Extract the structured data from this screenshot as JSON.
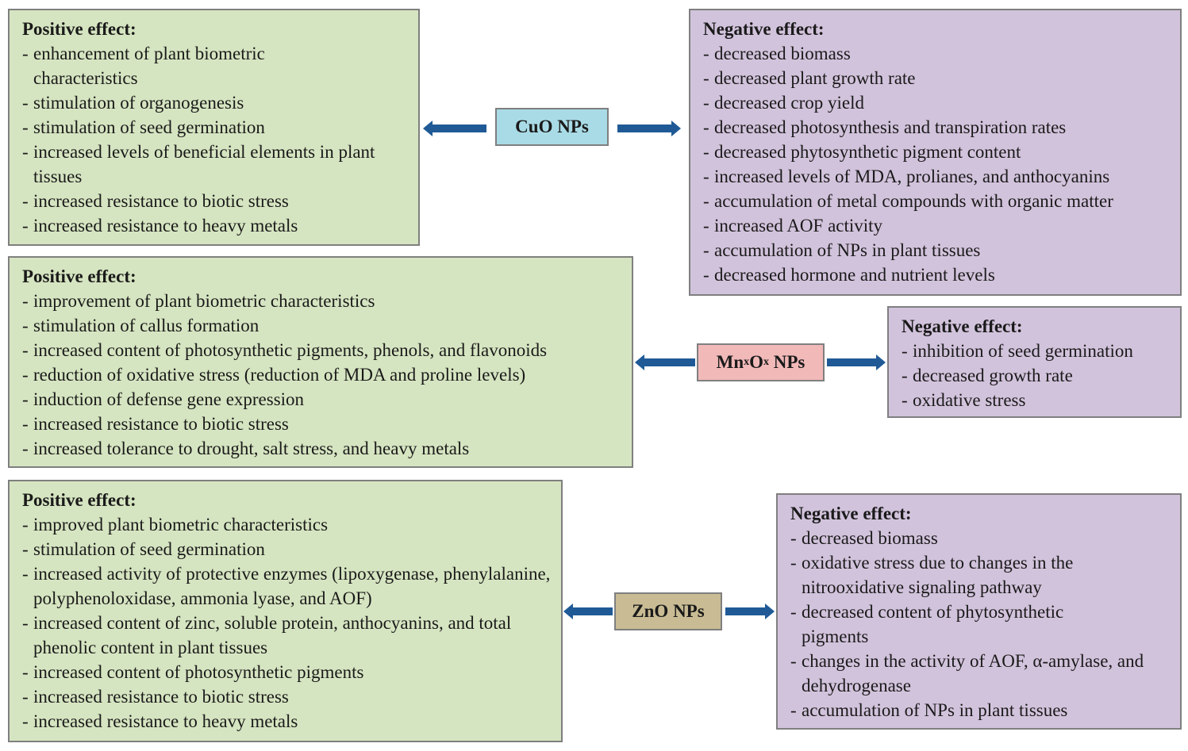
{
  "colors": {
    "positive_bg": "#d6e5c1",
    "negative_bg": "#d2c3dc",
    "cuo_bg": "#a9dbe6",
    "mnox_bg": "#f2b9b9",
    "zno_bg": "#c9bc94",
    "arrow": "#1f5a96"
  },
  "cuo": {
    "label": "CuO NPs",
    "positive": {
      "heading": "Positive effect:",
      "items": [
        "enhancement of plant biometric characteristics",
        "stimulation of organogenesis",
        "stimulation of seed germination",
        "increased levels of beneficial elements in plant tissues",
        "increased resistance to biotic stress",
        "increased resistance to heavy metals"
      ]
    },
    "negative": {
      "heading": "Negative effect:",
      "items": [
        "decreased biomass",
        "decreased plant growth rate",
        "decreased crop yield",
        "decreased photosynthesis and transpiration rates",
        "decreased phytosynthetic pigment content",
        "increased levels of MDA, prolianes, and anthocyanins",
        "accumulation of metal compounds with organic matter",
        "increased AOF activity",
        "accumulation of NPs in plant tissues",
        "decreased hormone and nutrient levels"
      ]
    }
  },
  "mnox": {
    "label_main": "Mn",
    "label_sub1": "x",
    "label_mid": "O",
    "label_sub2": "x",
    "label_tail": " NPs",
    "positive": {
      "heading": "Positive effect:",
      "items": [
        "improvement of plant biometric characteristics",
        "stimulation of callus formation",
        "increased content of photosynthetic pigments, phenols, and flavonoids",
        "reduction of oxidative stress (reduction of MDΑ and proline levels)",
        "induction of defense gene expression",
        "increased resistance to biotic stress",
        "increased tolerance to drought, salt stress, and heavy metals"
      ]
    },
    "negative": {
      "heading": "Negative effect:",
      "items": [
        "inhibition of seed germination",
        "decreased growth rate",
        "oxidative stress"
      ]
    }
  },
  "zno": {
    "label": "ZnO NPs",
    "positive": {
      "heading": "Positive effect:",
      "items": [
        "improved plant biometric characteristics",
        "stimulation of seed germination",
        "increased activity of protective enzymes (lipoxygenase, phenylalanine, polyphenoloxidase, ammonia lyase, and AOF)",
        "increased content of zinc, soluble protein, anthocyanins, and total phenolic content in plant tissues",
        "increased content of photosynthetic pigments",
        "increased resistance to biotic stress",
        "increased resistance to heavy metals"
      ]
    },
    "negative": {
      "heading": "Negative effect:",
      "items": [
        "decreased biomass",
        "oxidative stress due to changes in the nitrooxidative signaling pathway",
        "decreased content of phytosynthetic pigments",
        "changes in the activity of AOF, α-amylase, and dehydrogenase",
        "accumulation of NPs in plant tissues"
      ]
    }
  }
}
